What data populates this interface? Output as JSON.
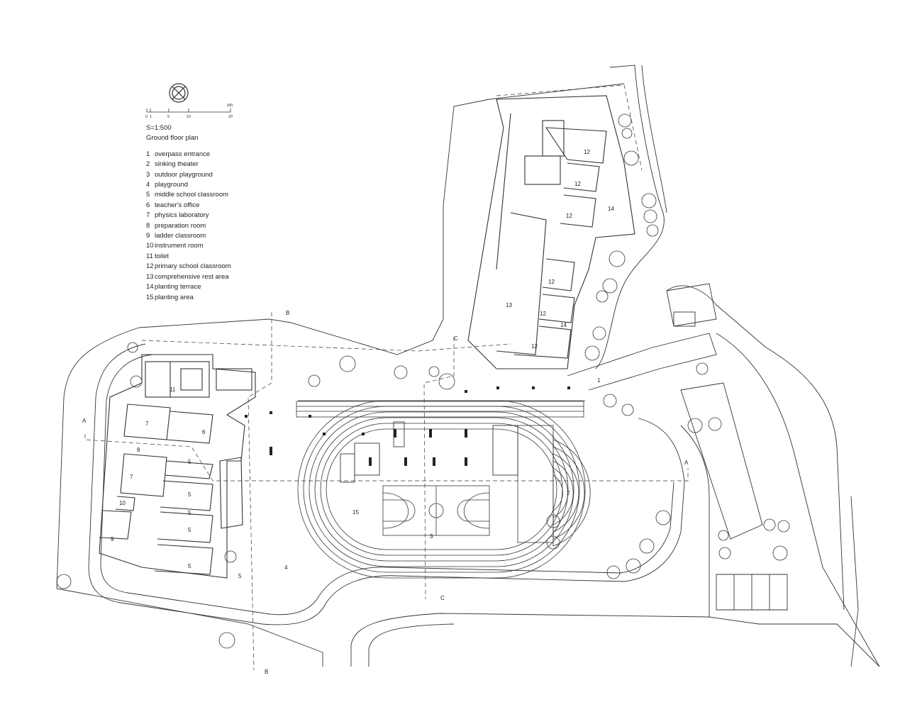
{
  "scale_bar": {
    "ticks": [
      "0",
      "1",
      "5",
      "10",
      "20"
    ],
    "unit": "(M)"
  },
  "scale_text": "S=1:500",
  "plan_title": "Ground floor plan",
  "legend": [
    {
      "num": "1",
      "label": "overpass entrance"
    },
    {
      "num": "2",
      "label": "sinking theater"
    },
    {
      "num": "3",
      "label": "outdoor playground"
    },
    {
      "num": "4",
      "label": "playground"
    },
    {
      "num": "5",
      "label": "middle school classroom"
    },
    {
      "num": "6",
      "label": "teacher's office"
    },
    {
      "num": "7",
      "label": "physics laboratory"
    },
    {
      "num": "8",
      "label": "preparation room"
    },
    {
      "num": "9",
      "label": "ladder classroom"
    },
    {
      "num": "10",
      "label": "instrument room"
    },
    {
      "num": "11",
      "label": "toilet"
    },
    {
      "num": "12",
      "label": "primary school classroom"
    },
    {
      "num": "13",
      "label": "comprehensive rest area"
    },
    {
      "num": "14",
      "label": "planting terrace"
    },
    {
      "num": "15",
      "label": "planting area"
    }
  ],
  "section_marks": {
    "a": "A",
    "b": "B",
    "c": "C"
  },
  "room_tags": {
    "t1": "1",
    "t2": "2",
    "t3": "3",
    "t4": "4",
    "t5a": "5",
    "t5b": "5",
    "t5c": "5",
    "t5d": "5",
    "t5e": "5",
    "t5f": "5",
    "t6": "6",
    "t7a": "7",
    "t7b": "7",
    "t8": "8",
    "t9": "9",
    "t10": "10",
    "t11": "11",
    "t12a": "12",
    "t12b": "12",
    "t12c": "12",
    "t12d": "12",
    "t12e": "12",
    "t12f": "12",
    "t13": "13",
    "t14a": "14",
    "t14b": "14",
    "t15": "15"
  },
  "colors": {
    "line": "#333333",
    "paper": "#ffffff"
  },
  "icons": [
    "north-arrow-icon"
  ]
}
